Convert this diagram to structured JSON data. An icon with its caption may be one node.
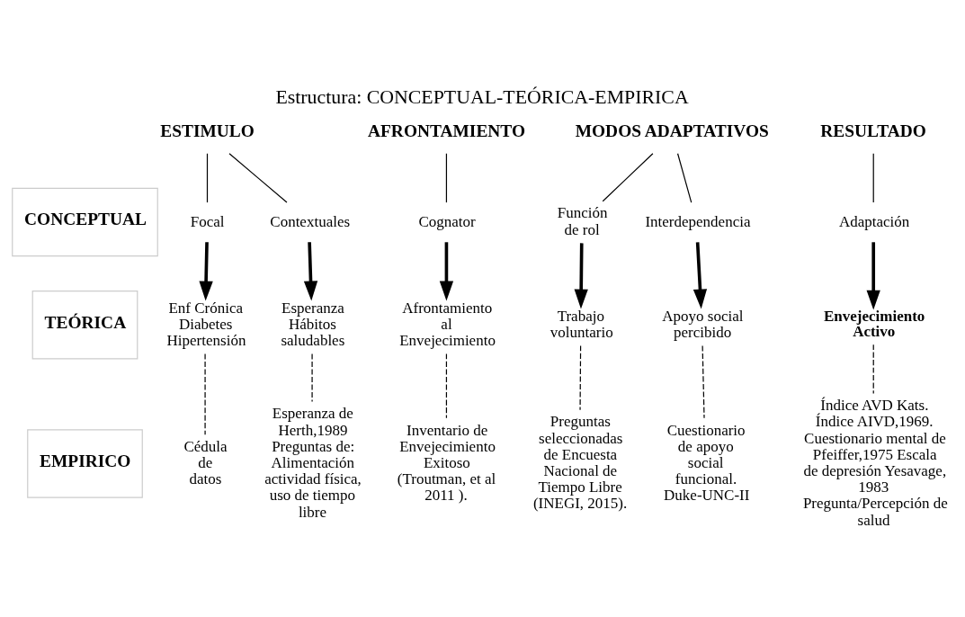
{
  "diagram": {
    "title": "Estructura: CONCEPTUAL-TEÓRICA-EMPIRICA",
    "nodes": [
      {
        "text": [
          "CONCEPTUAL"
        ]
      },
      {
        "text": [
          "TEÓRICA"
        ]
      },
      {
        "text": [
          "EMPIRICO"
        ]
      },
      {
        "text": [
          "ESTIMULO"
        ]
      },
      {
        "text": [
          "Focal"
        ]
      },
      {
        "text": [
          "Contextuales"
        ]
      },
      {
        "text": [
          "AFRONTAMIENTO"
        ]
      },
      {
        "text": [
          "Cognator"
        ]
      },
      {
        "text": [
          "MODOS ADAPTATIVOS"
        ]
      },
      {
        "text": [
          "Función de rol"
        ]
      },
      {
        "text": [
          "Interdependencia"
        ]
      },
      {
        "text": [
          "RESULTADO"
        ]
      },
      {
        "text": [
          "Adaptación"
        ]
      },
      {
        "text": [
          "Enf Crónica Diabetes Hipertensión"
        ]
      },
      {
        "text": [
          "Esperanza Hábitos saludables"
        ]
      },
      {
        "text": [
          "Afrontamiento al Envejecimiento"
        ]
      },
      {
        "text": [
          "Trabajo voluntario"
        ]
      },
      {
        "text": [
          "Apoyo social percibido"
        ]
      },
      {
        "text": [
          "Envejecimiento Activo"
        ]
      },
      {
        "text": [
          "Cédula de datos"
        ]
      },
      {
        "text": [
          "Esperanza de Herth,1989 Preguntas de: Alimentación actividad física, uso de tiempo libre"
        ]
      },
      {
        "text": [
          "Inventario de Envejecimiento Exitoso (Troutman, et al 2011 )."
        ]
      },
      {
        "text": [
          "Preguntas seleccionadas de Encuesta Nacional de Tiempo Libre (INEGI, 2015)."
        ]
      },
      {
        "text": [
          "Cuestionario de apoyo social funcional. Duke-UNC-II"
        ]
      },
      {
        "text": [
          "Índice AVD Kats. Índice AIVD,1969. Cuestionario mental de Pfeiffer,1975 Escala de depresión Yesavage, 1983 Pregunta/Percepción de salud"
        ]
      }
    ],
    "edges": [
      {
        "from": 3,
        "to": 4,
        "arrow": "none"
      },
      {
        "from": 3,
        "to": 5,
        "arrow": "none"
      },
      {
        "from": 6,
        "to": 7,
        "arrow": "none"
      },
      {
        "from": 8,
        "to": 9,
        "arrow": "none"
      },
      {
        "from": 8,
        "to": 10,
        "arrow": "none"
      },
      {
        "from": 11,
        "to": 12,
        "arrow": "none"
      },
      {
        "from": 4,
        "to": 13,
        "arrow": "to",
        "style": "thick"
      },
      {
        "from": 5,
        "to": 14,
        "arrow": "to",
        "style": "thick"
      },
      {
        "from": 7,
        "to": 15,
        "arrow": "to",
        "style": "thick"
      },
      {
        "from": 9,
        "to": 16,
        "arrow": "to",
        "style": "thick"
      },
      {
        "from": 10,
        "to": 17,
        "arrow": "to",
        "style": "thick"
      },
      {
        "from": 12,
        "to": 18,
        "arrow": "to",
        "style": "thick"
      },
      {
        "from": 13,
        "to": 19,
        "arrow": "none",
        "style": "dashed"
      },
      {
        "from": 14,
        "to": 20,
        "arrow": "none",
        "style": "dashed"
      },
      {
        "from": 15,
        "to": 21,
        "arrow": "none",
        "style": "dashed"
      },
      {
        "from": 16,
        "to": 22,
        "arrow": "none",
        "style": "dashed"
      },
      {
        "from": 17,
        "to": 23,
        "arrow": "none",
        "style": "dashed"
      },
      {
        "from": 18,
        "to": 24,
        "arrow": "none",
        "style": "dashed"
      }
    ]
  }
}
